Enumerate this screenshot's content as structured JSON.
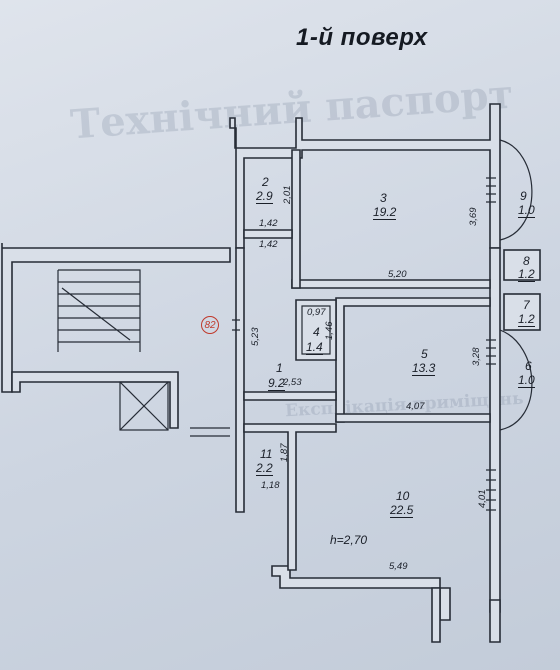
{
  "header": {
    "title": "1-й поверх",
    "watermark": "Технічний паспорт",
    "watermark2": "Експлікація приміщень"
  },
  "marker": "82",
  "rooms": [
    {
      "number": "2",
      "area": "2.9"
    },
    {
      "number": "3",
      "area": "19.2"
    },
    {
      "number": "9",
      "area": "1.0"
    },
    {
      "number": "8",
      "area": "1.2"
    },
    {
      "number": "7",
      "area": "1.2"
    },
    {
      "number": "4",
      "area": "1.4"
    },
    {
      "number": "5",
      "area": "13.3"
    },
    {
      "number": "6",
      "area": "1.0"
    },
    {
      "number": "1",
      "area": "9.2"
    },
    {
      "number": "11",
      "area": "2.2"
    },
    {
      "number": "10",
      "area": "22.5"
    }
  ],
  "dimensions": {
    "d_201": "2,01",
    "d_142a": "1,42",
    "d_142b": "1,42",
    "d_369": "3,69",
    "d_520": "5,20",
    "d_097": "0,97",
    "d_146": "1,46",
    "d_523": "5,23",
    "d_328": "3,28",
    "d_407": "4,07",
    "d_253": "2,53",
    "d_187": "1,87",
    "d_118": "1,18",
    "d_401": "4,01",
    "d_549": "5,49"
  },
  "ceiling_height": "h=2,70"
}
